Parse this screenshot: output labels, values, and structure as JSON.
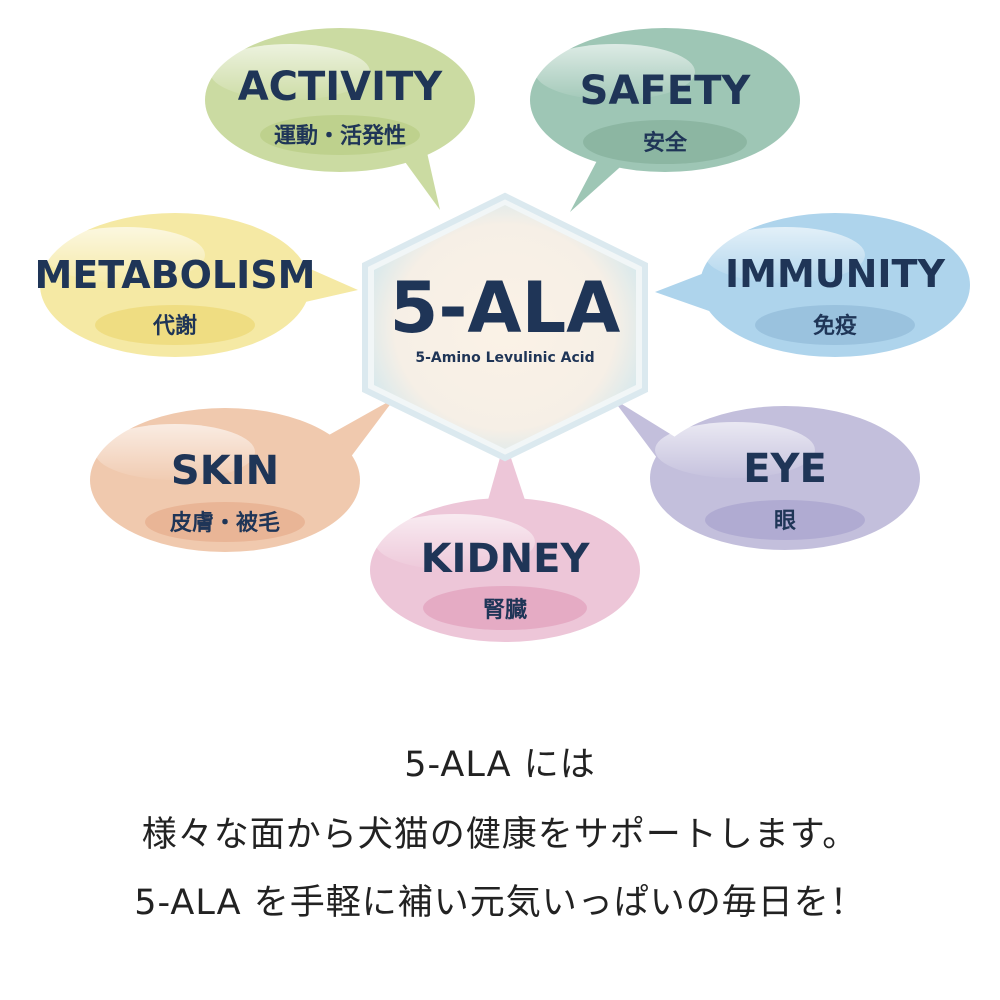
{
  "center": {
    "title": "5-ALA",
    "subtitle": "5-Amino Levulinic Acid"
  },
  "bubbles": [
    {
      "id": "activity",
      "en": "ACTIVITY",
      "jp": "運動・活発性",
      "color": "#cbdba2",
      "pill": "#b9cd86"
    },
    {
      "id": "safety",
      "en": "SAFETY",
      "jp": "安全",
      "color": "#9ec6b5",
      "pill": "#85b09c"
    },
    {
      "id": "metabolism",
      "en": "METABOLISM",
      "jp": "代謝",
      "color": "#f5e9a4",
      "pill": "#ecd877"
    },
    {
      "id": "immunity",
      "en": "IMMUNITY",
      "jp": "免疫",
      "color": "#aed4ec",
      "pill": "#93bcd9"
    },
    {
      "id": "skin",
      "en": "SKIN",
      "jp": "皮膚・被毛",
      "color": "#f0c9ae",
      "pill": "#e7ae8e"
    },
    {
      "id": "eye",
      "en": "EYE",
      "jp": "眼",
      "color": "#c3bfdc",
      "pill": "#aaa4cf"
    },
    {
      "id": "kidney",
      "en": "KIDNEY",
      "jp": "腎臓",
      "color": "#edc6d8",
      "pill": "#e1a1be"
    }
  ],
  "caption": {
    "line1": "5-ALA には",
    "line2": "様々な面から犬猫の健康をサポートします。",
    "line3": "5-ALA を手軽に補い元気いっぱいの毎日を！"
  }
}
